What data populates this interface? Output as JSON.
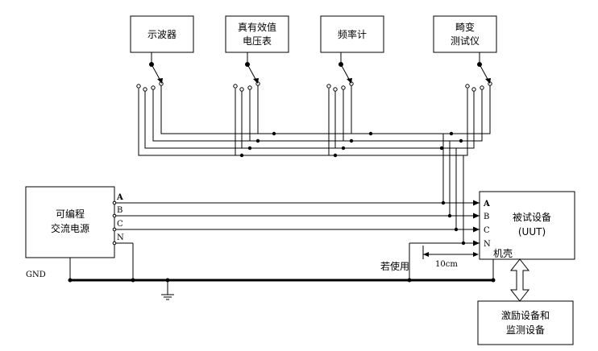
{
  "instruments": [
    {
      "line1": "示波器",
      "line2": ""
    },
    {
      "line1": "真有效值",
      "line2": "电压表"
    },
    {
      "line1": "频率计",
      "line2": ""
    },
    {
      "line1": "畸变",
      "line2": "测试仪"
    }
  ],
  "source": {
    "line1": "可编程",
    "line2": "交流电源"
  },
  "uut": {
    "line1": "被试设备",
    "line2": "(UUT)",
    "chassis": "机壳"
  },
  "monitor": {
    "line1": "激励设备和",
    "line2": "监测设备"
  },
  "phases": {
    "a": "A",
    "b": "B",
    "c": "C",
    "n": "N"
  },
  "ground": {
    "label": "GND",
    "if_used": "若使用",
    "distance": "10cm"
  }
}
